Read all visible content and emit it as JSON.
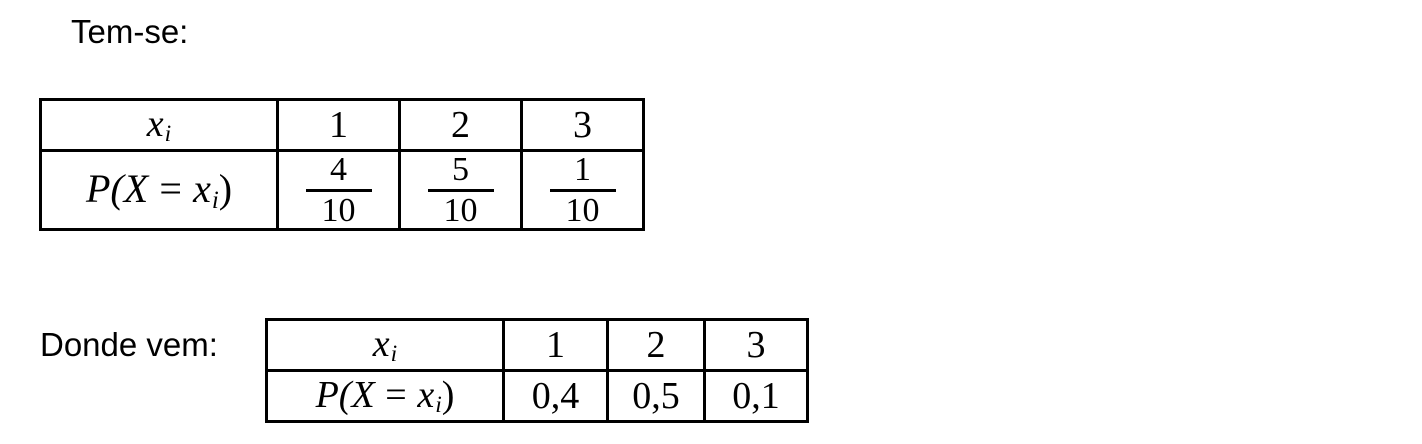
{
  "intro_text": "Tem-se:",
  "conclusion_text": "Donde vem:",
  "table1": {
    "header": {
      "var": "x",
      "var_sub": "i",
      "values": [
        "1",
        "2",
        "3"
      ]
    },
    "prob_label": {
      "prefix": "P(",
      "var": "X",
      "eq": "=",
      "x": "x",
      "x_sub": "i",
      "suffix": ")"
    },
    "fractions": [
      {
        "num": "4",
        "den": "10"
      },
      {
        "num": "5",
        "den": "10"
      },
      {
        "num": "1",
        "den": "10"
      }
    ]
  },
  "table2": {
    "header": {
      "var": "x",
      "var_sub": "i",
      "values": [
        "1",
        "2",
        "3"
      ]
    },
    "prob_label": {
      "prefix": "P(",
      "var": "X",
      "eq": "=",
      "x": "x",
      "x_sub": "i",
      "suffix": ")"
    },
    "probabilities": [
      "0,4",
      "0,5",
      "0,1"
    ]
  }
}
